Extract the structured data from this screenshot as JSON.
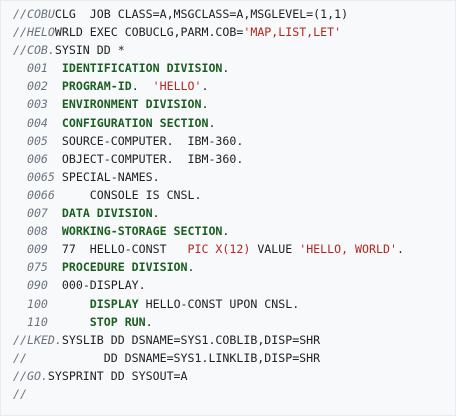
{
  "lines": [
    [
      [
        "c",
        "//COBU"
      ],
      [
        "pl",
        "CLG  JOB CLASS=A,MSGCLASS=A,MSGLEVEL=(1,1)"
      ]
    ],
    [
      [
        "c",
        "//HELO"
      ],
      [
        "pl",
        "WRLD EXEC COBUCLG,PARM.COB="
      ],
      [
        "str",
        "'MAP,LIST,LET'"
      ]
    ],
    [
      [
        "c",
        "//COB."
      ],
      [
        "pl",
        "SYSIN DD *"
      ]
    ],
    [
      [
        "c",
        "  001  "
      ],
      [
        "kw",
        "IDENTIFICATION DIVISION"
      ],
      [
        "pl",
        "."
      ]
    ],
    [
      [
        "c",
        "  002  "
      ],
      [
        "kw",
        "PROGRAM-ID"
      ],
      [
        "pl",
        ".  "
      ],
      [
        "str",
        "'HELLO'"
      ],
      [
        "pl",
        "."
      ]
    ],
    [
      [
        "c",
        "  003  "
      ],
      [
        "kw",
        "ENVIRONMENT DIVISION"
      ],
      [
        "pl",
        "."
      ]
    ],
    [
      [
        "c",
        "  004  "
      ],
      [
        "kw",
        "CONFIGURATION SECTION"
      ],
      [
        "pl",
        "."
      ]
    ],
    [
      [
        "c",
        "  005  "
      ],
      [
        "pl",
        "SOURCE-COMPUTER.  IBM-360."
      ]
    ],
    [
      [
        "c",
        "  006  "
      ],
      [
        "pl",
        "OBJECT-COMPUTER.  IBM-360."
      ]
    ],
    [
      [
        "c",
        "  0065 "
      ],
      [
        "pl",
        "SPECIAL-NAMES."
      ]
    ],
    [
      [
        "c",
        "  0066 "
      ],
      [
        "pl",
        "    CONSOLE IS CNSL."
      ]
    ],
    [
      [
        "c",
        "  007  "
      ],
      [
        "kw",
        "DATA DIVISION"
      ],
      [
        "pl",
        "."
      ]
    ],
    [
      [
        "c",
        "  008  "
      ],
      [
        "kw",
        "WORKING-STORAGE SECTION"
      ],
      [
        "pl",
        "."
      ]
    ],
    [
      [
        "c",
        "  009  "
      ],
      [
        "pl",
        "77  HELLO-CONST   "
      ],
      [
        "pic",
        "PIC X(12)"
      ],
      [
        "pl",
        " VALUE "
      ],
      [
        "str",
        "'HELLO, WORLD'"
      ],
      [
        "pl",
        "."
      ]
    ],
    [
      [
        "c",
        "  075  "
      ],
      [
        "kw",
        "PROCEDURE DIVISION"
      ],
      [
        "pl",
        "."
      ]
    ],
    [
      [
        "c",
        "  090  "
      ],
      [
        "pl",
        "000-DISPLAY."
      ]
    ],
    [
      [
        "c",
        "  100  "
      ],
      [
        "pl",
        "    "
      ],
      [
        "kw",
        "DISPLAY"
      ],
      [
        "pl",
        " HELLO-CONST UPON CNSL."
      ]
    ],
    [
      [
        "c",
        "  110  "
      ],
      [
        "pl",
        "    "
      ],
      [
        "kw",
        "STOP RUN"
      ],
      [
        "pl",
        "."
      ]
    ],
    [
      [
        "c",
        "//LKED."
      ],
      [
        "pl",
        "SYSLIB DD DSNAME=SYS1.COBLIB,DISP=SHR"
      ]
    ],
    [
      [
        "c",
        "//      "
      ],
      [
        "pl",
        "     DD DSNAME=SYS1.LINKLIB,DISP=SHR"
      ]
    ],
    [
      [
        "c",
        "//GO."
      ],
      [
        "pl",
        "SYSPRINT DD SYSOUT=A"
      ]
    ],
    [
      [
        "c",
        "//"
      ]
    ]
  ]
}
